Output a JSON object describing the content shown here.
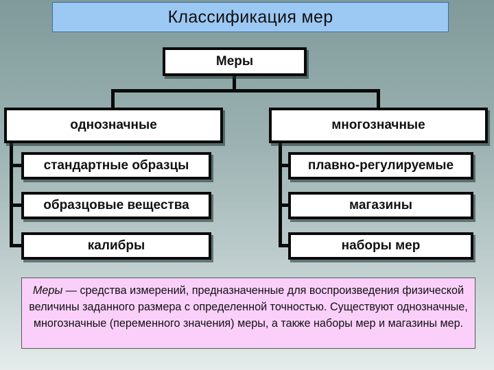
{
  "title": "Классификация мер",
  "root": "Меры",
  "left": {
    "header": "однозначные",
    "items": [
      "стандартные образцы",
      "образцовые вещества",
      "калибры"
    ]
  },
  "right": {
    "header": "многозначные",
    "items": [
      "плавно-регулируемые",
      "магазины",
      "наборы мер"
    ]
  },
  "definition": {
    "term": "Меры",
    "text": " — средства измерений, предназначенные для воспроизведения физической величины заданного размера с определенной точностью. Существуют однозначные, многозначные (переменного значения) меры, а также наборы мер и магазины мер."
  }
}
